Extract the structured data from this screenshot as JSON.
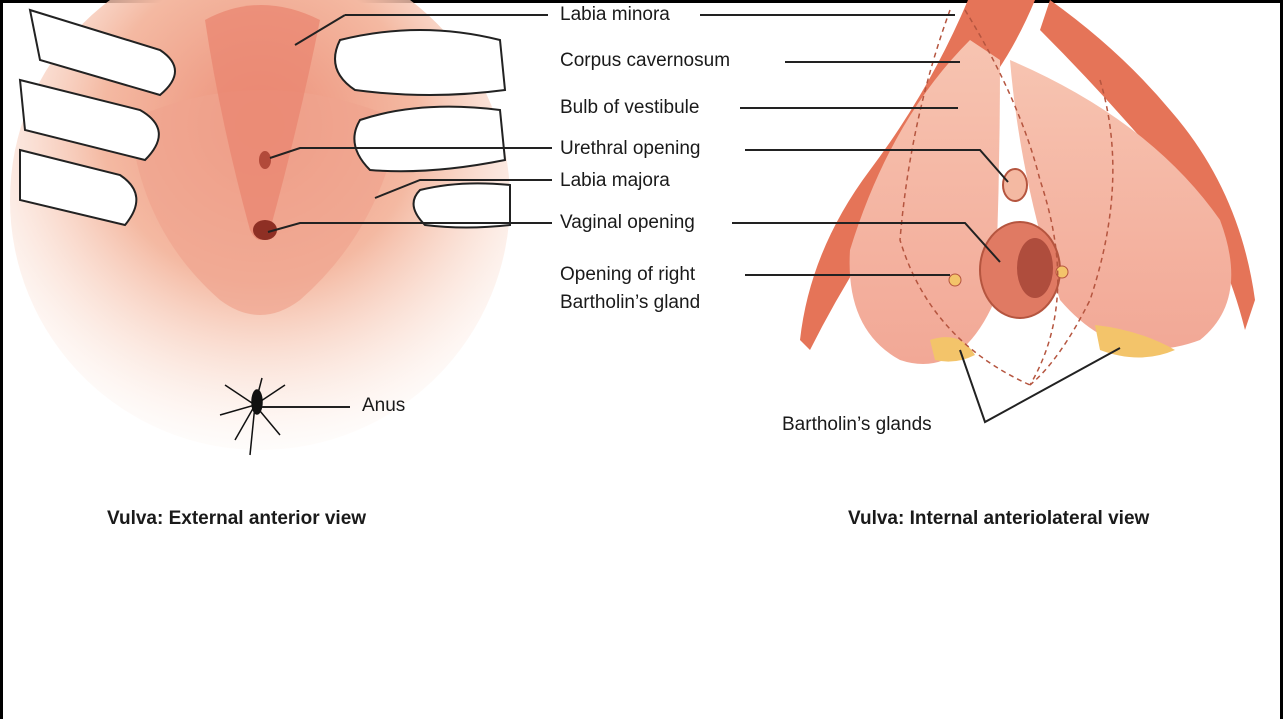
{
  "labels": {
    "labia_minora": "Labia minora",
    "corpus_cavernosum": "Corpus cavernosum",
    "bulb_of_vestibule": "Bulb of vestibule",
    "urethral_opening": "Urethral opening",
    "labia_majora": "Labia majora",
    "vaginal_opening": "Vaginal opening",
    "bartholin_opening_line1": "Opening of right",
    "bartholin_opening_line2": "Bartholin’s gland",
    "anus": "Anus",
    "bartholins_glands": "Bartholin’s glands"
  },
  "captions": {
    "external": "Vulva: External anterior view",
    "internal": "Vulva: Internal anteriolateral view"
  },
  "colors": {
    "skin_light": "#fbe4d8",
    "skin_mid": "#f4b9a2",
    "skin_deep": "#ec8f78",
    "tissue_dark": "#e57458",
    "gland_yellow": "#f3c46a",
    "outline": "#333333"
  }
}
